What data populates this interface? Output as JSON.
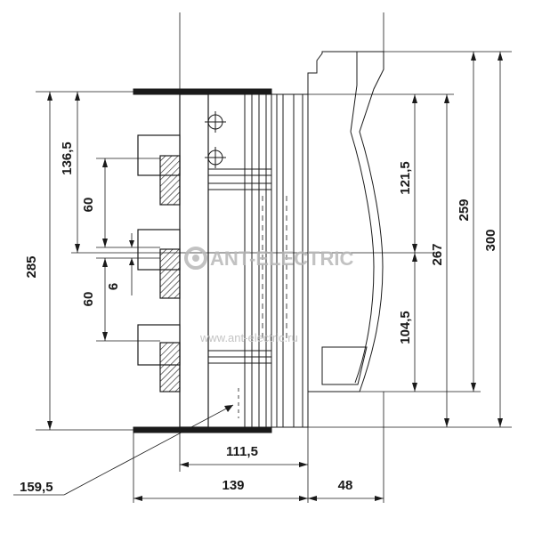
{
  "watermark": {
    "brand": "ANT-ELECTRIC",
    "url": "www.ant-electric.ru"
  },
  "dimensions": {
    "overall_height_left": "285",
    "upper_offset": "136,5",
    "upper_pitch": "60",
    "lower_pitch": "60",
    "small_gap": "6",
    "right_upper": "121,5",
    "right_lower": "104,5",
    "right_267": "267",
    "right_259": "259",
    "right_300": "300",
    "width_111_5": "111,5",
    "width_139": "139",
    "width_48": "48",
    "leader_159_5": "159,5"
  },
  "colors": {
    "line": "#1a1a1a",
    "hatch": "#1a1a1a",
    "watermark": "#b8b8b8"
  }
}
